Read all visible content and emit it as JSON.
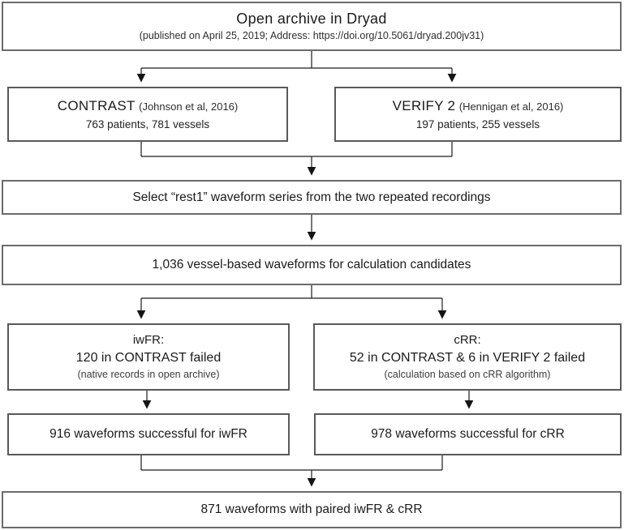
{
  "archive": {
    "title": "Open archive in Dryad",
    "subtitle": "(published on April 25, 2019; Address: https://doi.org/10.5061/dryad.200jv31)"
  },
  "cohorts": [
    {
      "name": "CONTRAST",
      "citation": "(Johnson et al, 2016)",
      "stats": "763 patients, 781 vessels"
    },
    {
      "name": "VERIFY 2",
      "citation": "(Hennigan et al, 2016)",
      "stats": "197 patients, 255 vessels"
    }
  ],
  "steps": {
    "select": "Select “rest1” waveform series from the two repeated recordings",
    "candidates": "1,036 vessel-based waveforms for calculation candidates",
    "paired": "871 waveforms with paired iwFR & cRR"
  },
  "failures": [
    {
      "label": "iwFR:",
      "detail": "120 in CONTRAST failed",
      "note": "(native records in open archive)"
    },
    {
      "label": "cRR:",
      "detail": "52 in CONTRAST & 6 in VERIFY 2 failed",
      "note": "(calculation based on cRR algorithm)"
    }
  ],
  "successes": [
    {
      "text": "916 waveforms successful for iwFR"
    },
    {
      "text": "978 waveforms successful for cRR"
    }
  ],
  "colors": {
    "line": "#1a1a1a",
    "box_border": "#595959",
    "text": "#1b1b1b"
  }
}
